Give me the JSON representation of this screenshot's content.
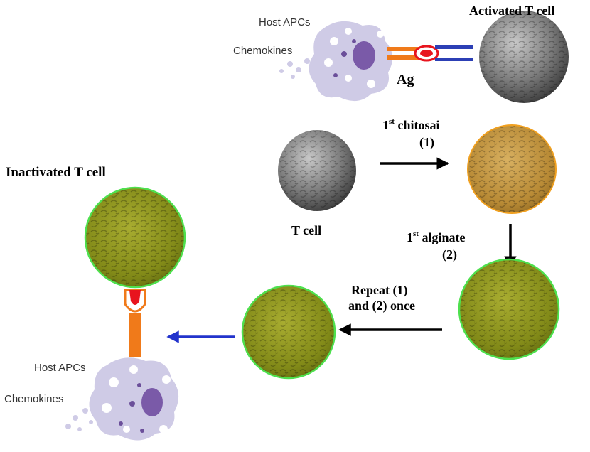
{
  "labels": {
    "host_apcs_top": "Host APCs",
    "chemokines_top": "Chemokines",
    "ag": "Ag",
    "activated_t_cell": "Activated T cell",
    "t_cell": "T cell",
    "step1_line1": "1",
    "step1_sup": "st",
    "step1_line1_rest": " chitosai",
    "step1_line2": "(1)",
    "step2_line1": "1",
    "step2_sup": "st",
    "step2_line1_rest": " alginate",
    "step2_line2": "(2)",
    "repeat_line1": "Repeat (1)",
    "repeat_line2": "and (2) once",
    "inactivated_t_cell": "Inactivated T cell",
    "host_apcs_bottom": "Host APCs",
    "chemokines_bottom": "Chemokines"
  },
  "colors": {
    "apc_body": "#cfcbe6",
    "apc_nucleus": "#7a5aa8",
    "apc_granule": "#6b4f9a",
    "t_cell_gray": "#6e6e6e",
    "chitosan_coat": "#c99a3c",
    "chitosan_rim": "#f0a020",
    "alginate_coat": "#8f9a1e",
    "alginate_rim": "#4ee04e",
    "receptor_orange": "#f07a1a",
    "receptor_blue": "#2c3fb5",
    "antigen_red": "#e8141e",
    "arrow_black": "#000000",
    "arrow_blue": "#2233cc"
  }
}
